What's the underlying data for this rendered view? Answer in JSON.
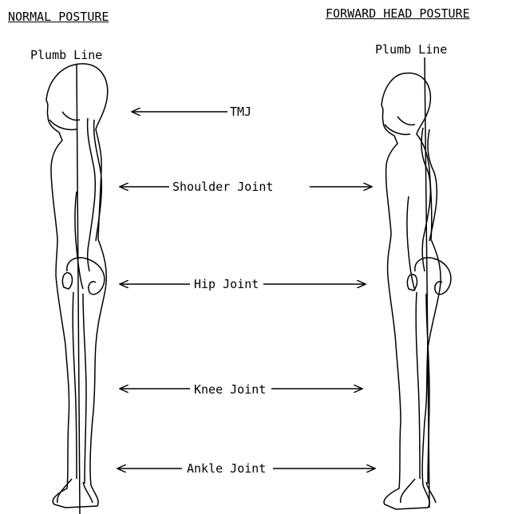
{
  "headings": {
    "normal": "NORMAL POSTURE",
    "forward": "FORWARD HEAD POSTURE"
  },
  "plumb_line_label": "Plumb Line",
  "joints": {
    "tmj": "TMJ",
    "shoulder": "Shoulder Joint",
    "hip": "Hip Joint",
    "knee": "Knee Joint",
    "ankle": "Ankle Joint"
  }
}
